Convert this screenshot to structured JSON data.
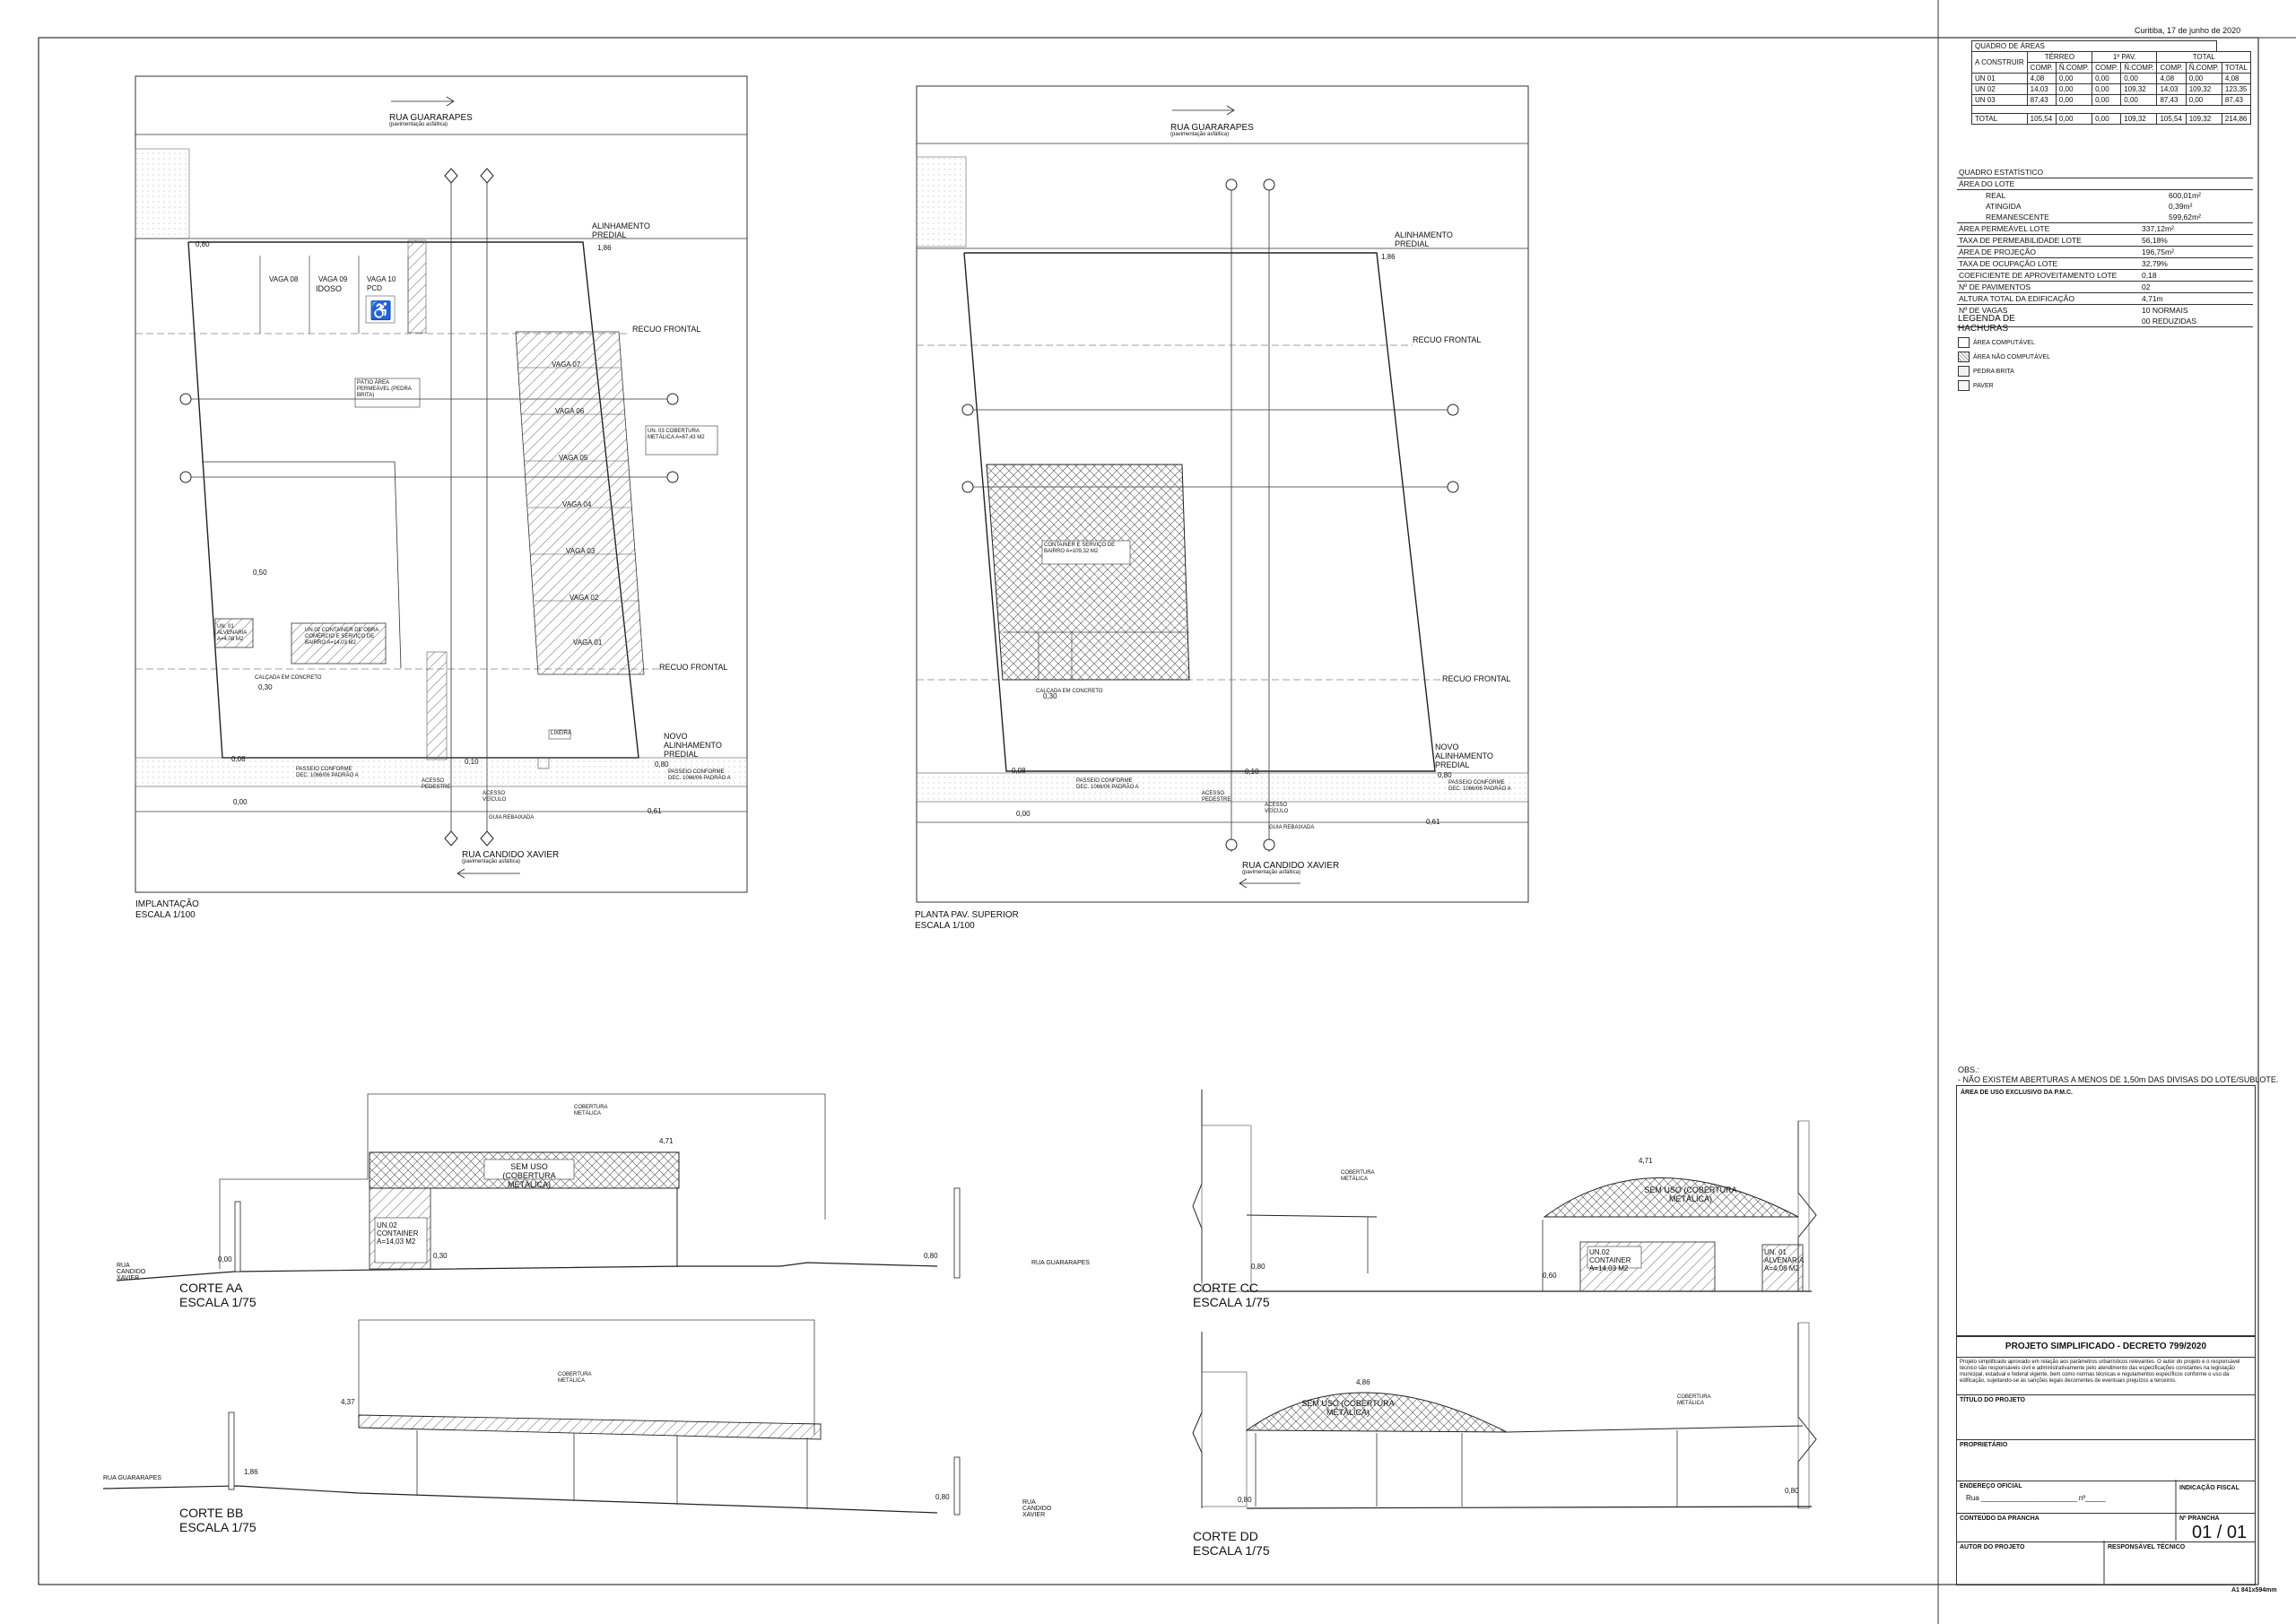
{
  "date": "Curitiba, 17 de junho de 2020",
  "quadro_areas": {
    "title": "QUADRO DE ÁREAS",
    "col_a": "A CONSTRUIR",
    "groups": [
      "TÉRREO",
      "1º PAV.",
      "TOTAL"
    ],
    "subheaders": [
      "COMP.",
      "Ñ.COMP.",
      "COMP.",
      "Ñ.COMP.",
      "COMP.",
      "Ñ.COMP.",
      "TOTAL"
    ],
    "rows": [
      {
        "label": "UN 01",
        "values": [
          "4,08",
          "0,00",
          "0,00",
          "0,00",
          "4,08",
          "0,00",
          "4,08"
        ]
      },
      {
        "label": "UN 02",
        "values": [
          "14,03",
          "0,00",
          "0,00",
          "109,32",
          "14,03",
          "109,32",
          "123,35"
        ]
      },
      {
        "label": "UN 03",
        "values": [
          "87,43",
          "0,00",
          "0,00",
          "0,00",
          "87,43",
          "0,00",
          "87,43"
        ]
      }
    ],
    "total": {
      "label": "TOTAL",
      "values": [
        "105,54",
        "0,00",
        "0,00",
        "109,32",
        "105,54",
        "109,32",
        "214,86"
      ]
    }
  },
  "quadro_estatistico": {
    "title": "QUADRO ESTATÍSTICO",
    "area_lote": "ÁREA DO LOTE",
    "area_sub": [
      {
        "label": "REAL",
        "value": "600,01m²"
      },
      {
        "label": "ATINGIDA",
        "value": "0,39m²"
      },
      {
        "label": "REMANESCENTE",
        "value": "599,62m²"
      }
    ],
    "rows": [
      {
        "label": "ÁREA PERMEÁVEL LOTE",
        "value": "337,12m²"
      },
      {
        "label": "TAXA DE PERMEABILIDADE LOTE",
        "value": "56,18%"
      },
      {
        "label": "ÁREA DE PROJEÇÃO",
        "value": "196,75m²"
      },
      {
        "label": "TAXA DE OCUPAÇÃO LOTE",
        "value": "32,79%"
      },
      {
        "label": "COEFICIENTE DE APROVEITAMENTO LOTE",
        "value": "0,18"
      },
      {
        "label": "Nº DE PAVIMENTOS",
        "value": "02"
      },
      {
        "label": "ALTURA TOTAL DA EDIFICAÇÃO",
        "value": "4,71m"
      },
      {
        "label": "Nº DE VAGAS",
        "value": "10 NORMAIS"
      },
      {
        "label": "",
        "value": "00 REDUZIDAS"
      }
    ]
  },
  "legend": {
    "title": "LEGENDA DE HACHURAS",
    "items": [
      {
        "label": "ÁREA COMPUTÁVEL",
        "fill": "#ffffff"
      },
      {
        "label": "ÁREA NÃO COMPUTÁVEL",
        "fill": "#e6e6e6"
      },
      {
        "label": "PEDRA BRITA",
        "fill": "#f2f2f2"
      },
      {
        "label": "PAVER",
        "fill": "#f7f7f7"
      }
    ]
  },
  "obs": {
    "title": "OBS.:",
    "text": "- NÃO EXISTEM ABERTURAS A MENOS DE 1,50m DAS DIVISAS DO LOTE/SUBLOTE."
  },
  "title_block": {
    "pmc": "ÁREA DE USO EXCLUSIVO DA P.M.C.",
    "project_title": "PROJETO SIMPLIFICADO - DECRETO 799/2020",
    "description": "Projeto simplificado aprovado em relação aos parâmetros urbanísticos relevantes. O autor do projeto e o responsável técnico são responsáveis civil e administrativamente pelo atendimento das especificações constantes na legislação municipal, estadual e federal vigente, bem como normas técnicas e regulamentos específicos conforme o uso da edificação, sujeitando-se às sanções legais decorrentes de eventuais prejuízos a terceiros.",
    "titulo": "TÍTULO DO PROJETO",
    "proprietario": "PROPRIETÁRIO",
    "endereco": "ENDEREÇO OFICIAL",
    "rua": "Rua ________________________ nº_____",
    "indicacao": "INDICAÇÃO FISCAL",
    "conteudo": "CONTEÚDO DA PRANCHA",
    "prancha_label": "Nº PRANCHA",
    "prancha": "01 / 01",
    "autor": "AUTOR DO PROJETO",
    "responsavel": "RESPONSÁVEL TÉCNICO",
    "format": "A1 841x594mm"
  },
  "drawings": {
    "implantacao": {
      "title": "IMPLANTAÇÃO",
      "scale": "ESCALA 1/100"
    },
    "planta": {
      "title": "PLANTA PAV. SUPERIOR",
      "scale": "ESCALA 1/100"
    },
    "corte_aa": {
      "title": "CORTE AA",
      "scale": "ESCALA 1/75"
    },
    "corte_bb": {
      "title": "CORTE BB",
      "scale": "ESCALA 1/75"
    },
    "corte_cc": {
      "title": "CORTE CC",
      "scale": "ESCALA 1/75"
    },
    "corte_dd": {
      "title": "CORTE DD",
      "scale": "ESCALA 1/75"
    }
  },
  "streets": {
    "guararapes": "RUA GUARARAPES",
    "candido": "RUA CANDIDO XAVIER",
    "paving": "(pavimentação asfáltica)",
    "guararapes_short": "RUA GUARARAPES",
    "candido_short": "RUA CANDIDO XAVIER"
  },
  "site_labels": {
    "alinhamento": "ALINHAMENTO PREDIAL",
    "recuo": "RECUO FRONTAL",
    "novo_alinhamento": "NOVO ALINHAMENTO PREDIAL",
    "vagas_top": [
      "VAGA 08",
      "VAGA 09",
      "IDOSO",
      "VAGA 10",
      "PCD"
    ],
    "vagas_right": [
      "VAGA 07",
      "VAGA 06",
      "VAGA 05",
      "VAGA 04",
      "VAGA 03",
      "VAGA 02",
      "VAGA 01"
    ],
    "patio": "PÁTIO ÁREA PERMEÁVEL (PEDRA BRITA)",
    "un03": "UN. 03 COBERTURA METÁLICA A=87,43 M2",
    "un01": "UN. 01 ALVENARIA A=4,08 M2",
    "un02": "UN.02 CONTAINER DE OBRA COMÉRCIO E SERVIÇO DE BAIRRO A=14,03 M2",
    "un02_upper": "CONTAINER E SERVIÇO DE BAIRRO A=109,32 M2",
    "calcada": "CALÇADA EM CONCRETO",
    "lixeira": "LIXEIRA",
    "passeio": "PASSEIO CONFORME DEC. 1066/06 PADRÃO A",
    "acesso_pedestre": "ACESSO PEDESTRE",
    "acesso_veiculo": "ACESSO VEÍCULO",
    "rua_rebaixada": "GUIA REBAIXADA",
    "levels": [
      "0,80",
      "1,86",
      "0,50",
      "0,30",
      "0,08",
      "0,10",
      "0,80",
      "0,00",
      "0,61"
    ]
  },
  "section_labels": {
    "sem_uso": "SEM USO (COBERTURA METÁLICA)",
    "un02_container": "UN.02 CONTAINER A=14,03 M2",
    "un01_alvenaria": "UN. 01 ALVENARIA A=4,08 M2",
    "cobertura": "COBERTURA METÁLICA",
    "levels_aa": [
      "4,71",
      "0,80",
      "0,00",
      "0,30"
    ],
    "levels_bb": [
      "4,37",
      "1,86",
      "0,80"
    ],
    "levels_cc": [
      "4,71",
      "0,80",
      "0,60"
    ],
    "levels_dd": [
      "4,86",
      "0,80",
      "0,80"
    ]
  }
}
